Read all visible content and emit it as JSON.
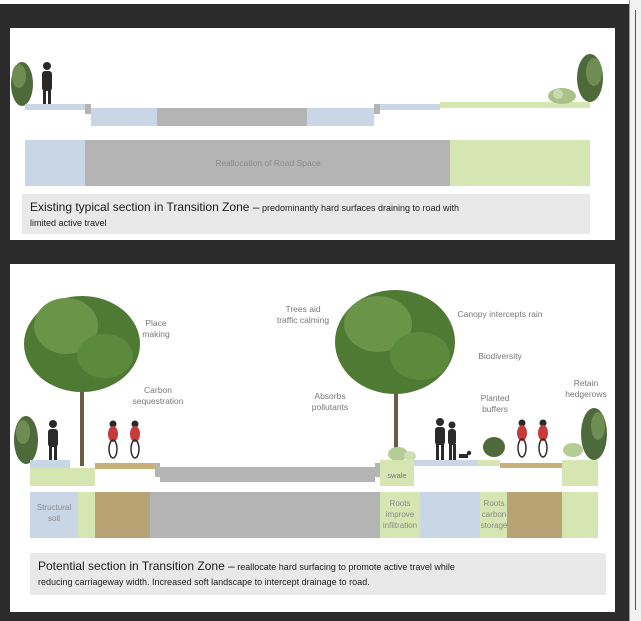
{
  "top_section": {
    "road_label": "Reallocation of Road Space",
    "caption_main": "Existing typical section in Transition Zone –",
    "caption_sub_1": " predominantly hard surfaces draining to road with",
    "caption_sub_2": "limited active travel"
  },
  "bottom_section": {
    "annotations": {
      "place_making_1": "Place",
      "place_making_2": "making",
      "carbon_seq_1": "Carbon",
      "carbon_seq_2": "sequestration",
      "trees_aid_1": "Trees aid",
      "trees_aid_2": "traffic calming",
      "absorbs_1": "Absorbs",
      "absorbs_2": "pollutants",
      "canopy": "Canopy intercepts rain",
      "biodiversity": "Biodiversity",
      "planted_1": "Planted",
      "planted_2": "buffers",
      "retain_1": "Retain",
      "retain_2": "hedgerows",
      "swale": "swale"
    },
    "cells": {
      "structural_1": "Structural",
      "structural_2": "soil",
      "roots_improve_1": "Roots",
      "roots_improve_2": "improve",
      "roots_improve_3": "infiltration",
      "roots_carbon_1": "Roots",
      "roots_carbon_2": "carbon",
      "roots_carbon_3": "storage"
    },
    "caption_main": "Potential section in Transition Zone –",
    "caption_sub_1": " reallocate hard surfacing to promote active travel while",
    "caption_sub_2": "reducing carriageway width. Increased soft landscape to intercept drainage to road."
  },
  "colors": {
    "pavement_blue": "#c8d6e6",
    "road_grey": "#b4b4b4",
    "verge_green": "#d6e6b3",
    "soil_brown": "#b9a273",
    "caption_bg": "#e9e9e9",
    "frame": "#2b2b2b"
  }
}
